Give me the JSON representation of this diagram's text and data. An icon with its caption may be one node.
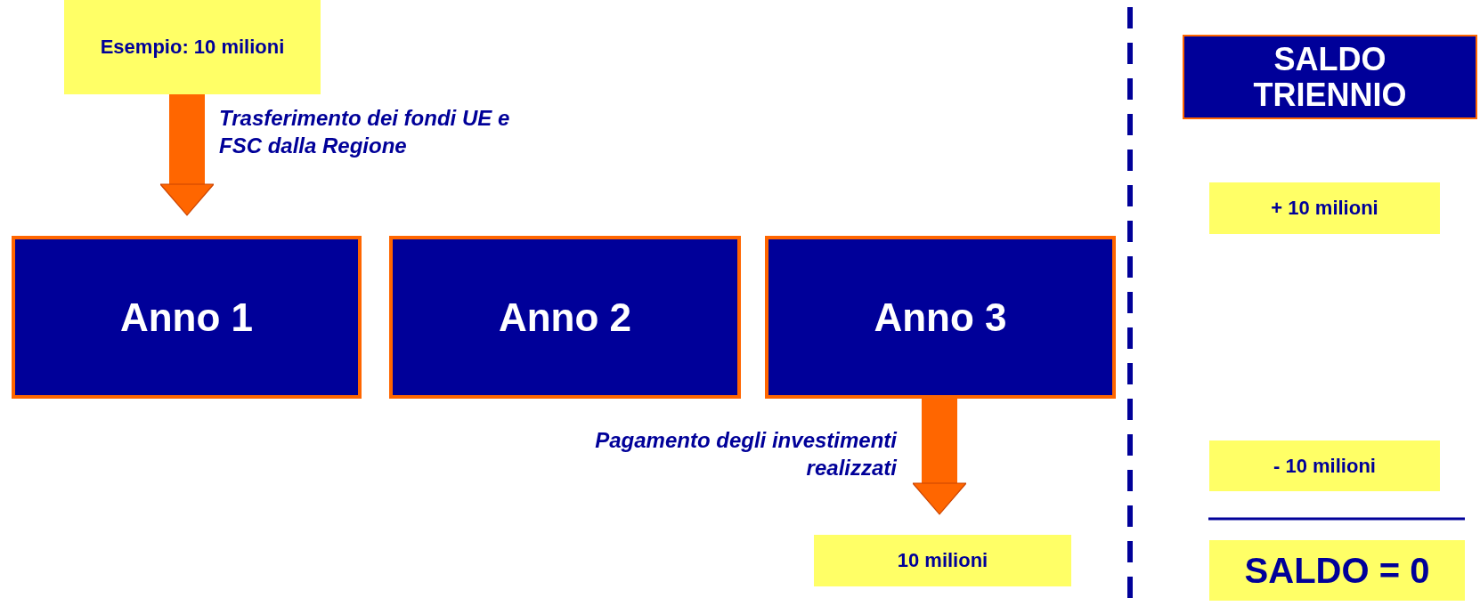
{
  "diagram": {
    "nodes": [
      {
        "text": [
          "Esempio: 10 milioni"
        ]
      },
      {
        "text": [
          "Anno 1"
        ]
      },
      {
        "text": [
          "Anno 2"
        ]
      },
      {
        "text": [
          "Anno 3"
        ]
      },
      {
        "text": [
          "10 milioni"
        ]
      },
      {
        "text": [
          "SALDO TRIENNIO"
        ]
      },
      {
        "text": [
          "+ 10 milioni"
        ]
      },
      {
        "text": [
          "- 10 milioni"
        ]
      },
      {
        "text": [
          "SALDO = 0"
        ]
      }
    ],
    "edges": [
      {
        "from": 0,
        "to": 1,
        "arrow": "to",
        "label": "Trasferimento dei fondi UE e FSC dalla Regione"
      },
      {
        "from": 3,
        "to": 4,
        "arrow": "to",
        "label": "Pagamento degli investimenti realizzati"
      }
    ]
  }
}
